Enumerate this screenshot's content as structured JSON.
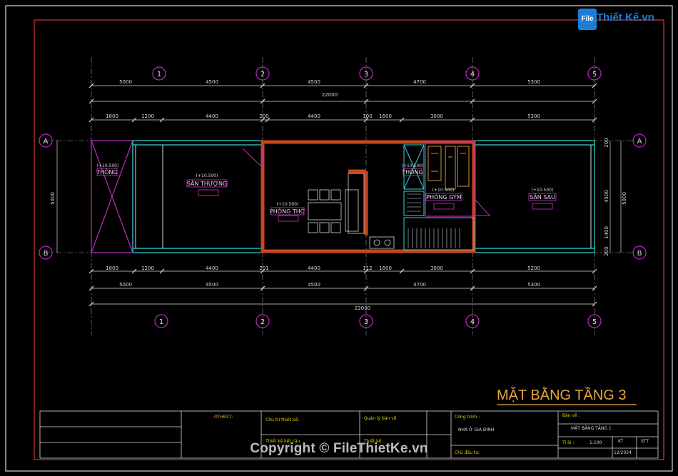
{
  "logo": {
    "mark": "File",
    "text": "Thiết Kế.vn"
  },
  "drawing_title": "MẶT BẰNG TẦNG 3",
  "axes": {
    "columns": [
      "1",
      "2",
      "3",
      "4",
      "5"
    ],
    "rows": [
      "A",
      "B"
    ]
  },
  "dimensions": {
    "top_total": "22000",
    "top_row1": [
      "5000",
      "4500",
      "4500",
      "4700",
      "5300"
    ],
    "top_row2": [
      "1800",
      "1200",
      "4400",
      "200",
      "4400",
      "100",
      "1600",
      "3000",
      "5300"
    ],
    "bottom_total": "22000",
    "bottom_row1": [
      "1800",
      "1200",
      "4400",
      "201",
      "4400",
      "112",
      "1600",
      "3000",
      "5200"
    ],
    "bottom_row2": [
      "5000",
      "4500",
      "4500",
      "4700",
      "5300"
    ],
    "left_side": "5000",
    "right_side": [
      "200",
      "4500",
      "1400",
      "200",
      "5000"
    ]
  },
  "rooms": [
    {
      "name": "THÔNG",
      "level": "(+10.500)"
    },
    {
      "name": "SÂN THƯỢNG",
      "level": "(+10.500)"
    },
    {
      "name": "PHÒNG THỜ",
      "level": "(+10.500)"
    },
    {
      "name": "THÔNG",
      "level": "(+10.500)"
    },
    {
      "name": "PHÒNG GYM",
      "level": "(+10.500)"
    },
    {
      "name": "SÂN SAU",
      "level": "(+10.500)"
    }
  ],
  "title_block": {
    "otheoct": "OTHĐCT:",
    "owner": "Chủ trì thiết kế:",
    "struct_design": "Thiết kế kết cấu",
    "manager": "Quản lý bản vẽ",
    "designer": "Thiết kế:",
    "project_label": "Công trình :",
    "project_name": "NHÀ Ở GIA ĐÌNH",
    "address_label": "Chủ đầu tư:",
    "sheet_label": "Bản vẽ :",
    "sheet_name": "MẶT BẰNG TẦNG 1",
    "scale_label": "Tỉ lệ :",
    "scale": "1:100",
    "kt": "KT",
    "stt": "STT",
    "date": "12/2024"
  },
  "copyright": "Copyright © FileThietKe.vn",
  "colors": {
    "background": "#000000",
    "dimension": "#d8d8d8",
    "axis_bubble": "#c02bc0",
    "wall": "#c8461f",
    "window": "#2fd6d6",
    "title": "#e6a63b",
    "frame": "#ff3b3b",
    "void": "#c02bc0",
    "yellow": "#e3d400"
  }
}
